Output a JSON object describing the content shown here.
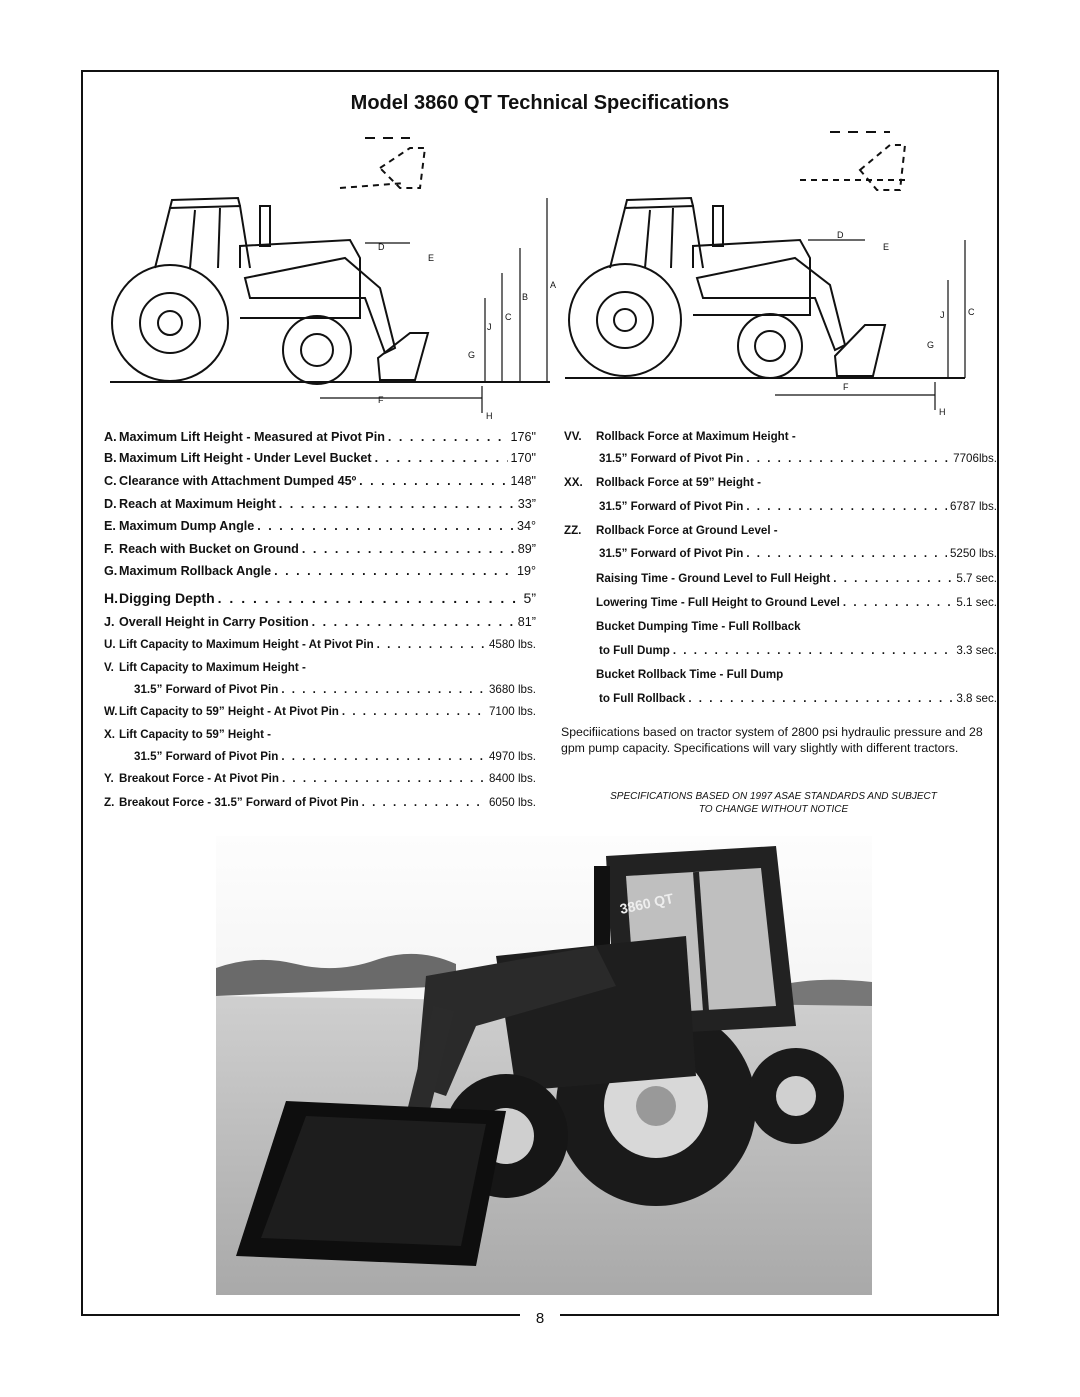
{
  "title": "Model 3860 QT Technical Specifications",
  "diagram_letters": {
    "a": "A",
    "b": "B",
    "c": "C",
    "d": "D",
    "e": "E",
    "f": "F",
    "g": "G",
    "h": "H",
    "j": "J"
  },
  "left_specs": [
    {
      "key": "A.",
      "label": "Maximum Lift Height - Measured at Pivot Pin",
      "value": "176\""
    },
    {
      "key": "B.",
      "label": "Maximum Lift Height - Under Level Bucket",
      "value": "170\""
    },
    {
      "key": "C.",
      "label": "Clearance with Attachment Dumped 45º",
      "value": "148\""
    },
    {
      "key": "D.",
      "label": "Reach at Maximum Height",
      "value": "33”"
    },
    {
      "key": "E.",
      "label": "Maximum Dump Angle",
      "value": "34°"
    },
    {
      "key": "F.",
      "label": "Reach with Bucket on Ground",
      "value": "89”"
    },
    {
      "key": "G.",
      "label": "Maximum Rollback Angle",
      "value": "19°"
    },
    {
      "key": "H.",
      "label": "Digging Depth",
      "value": "5”"
    },
    {
      "key": "J.",
      "label": "Overall Height in Carry Position",
      "value": "81”"
    },
    {
      "key": "U.",
      "label": "Lift Capacity to Maximum Height - At Pivot Pin",
      "value": "4580 lbs."
    },
    {
      "key": "V.",
      "label": "Lift Capacity to Maximum Height -",
      "sub": "31.5” Forward of Pivot Pin",
      "value": "3680 lbs."
    },
    {
      "key": "W.",
      "label": "Lift Capacity to 59” Height - At Pivot Pin",
      "value": "7100 lbs."
    },
    {
      "key": "X.",
      "label": "Lift Capacity to 59” Height -",
      "sub": "31.5” Forward of Pivot Pin",
      "value": "4970 lbs."
    },
    {
      "key": "Y.",
      "label": "Breakout Force - At Pivot Pin",
      "value": "8400 lbs."
    },
    {
      "key": "Z.",
      "label": "Breakout Force - 31.5” Forward of Pivot Pin",
      "value": "6050 lbs."
    }
  ],
  "right_specs": [
    {
      "key": "VV.",
      "label": "Rollback Force at Maximum Height -",
      "sub": "31.5” Forward of Pivot Pin",
      "value": "7706lbs."
    },
    {
      "key": "XX.",
      "label": "Rollback Force at 59” Height -",
      "sub": "31.5” Forward of Pivot Pin",
      "value": "6787 lbs."
    },
    {
      "key": "ZZ.",
      "label": "Rollback Force at Ground Level -",
      "sub": "31.5” Forward of Pivot Pin",
      "value": "5250 lbs."
    },
    {
      "key": "",
      "label": "Raising Time - Ground Level to Full Height",
      "value": "5.7 sec."
    },
    {
      "key": "",
      "label": "Lowering Time - Full Height to Ground Level",
      "value": "5.1 sec."
    },
    {
      "key": "",
      "label": "Bucket Dumping Time - Full Rollback",
      "sub": "to Full Dump",
      "value": "3.3 sec."
    },
    {
      "key": "",
      "label": "Bucket Rollback Time - Full Dump",
      "sub": "to Full Rollback",
      "value": "3.8 sec."
    }
  ],
  "note": "Specifiications based on tractor system of 2800 psi hydraulic pressure and 28 gpm pump capacity. Specifications will vary slightly with different tractors.",
  "disclaimer_line1": "SPECIFICATIONS BASED ON 1997 ASAE STANDARDS  AND SUBJECT",
  "disclaimer_line2": "TO CHANGE WITHOUT NOTICE",
  "photo_badge": "3860 QT",
  "page_number": "8"
}
